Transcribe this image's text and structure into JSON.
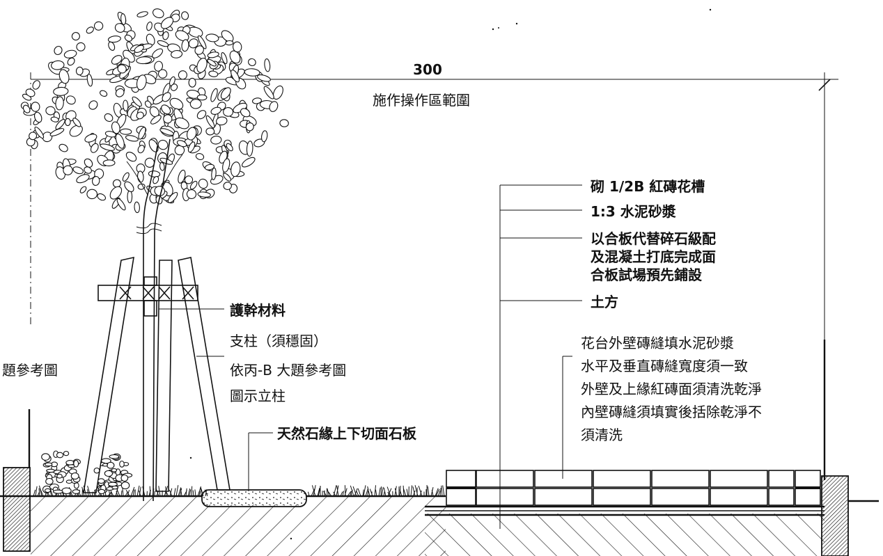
{
  "dimension": {
    "value": "300",
    "range_label": "施作操作區範圍"
  },
  "planter_callouts": {
    "brick": "砌 1/2B 紅磚花槽",
    "mortar": "1:3 水泥砂漿",
    "base": [
      "以合板代替碎石級配",
      "及混凝土打底完成面",
      "合板試場預先鋪設"
    ],
    "soil": "土方"
  },
  "tree_callouts": {
    "trunk_protect": "護幹材料",
    "support": "支柱（須穩固）",
    "ref": "依丙-B 大題參考圖",
    "post": "圖示立柱",
    "left_ref": "題參考圖"
  },
  "stone_callout": "天然石緣上下切面石板",
  "wall_notes": [
    "花台外壁磚縫填水泥砂漿",
    "水平及垂直磚縫寬度須一致",
    "外壁及上緣紅磚面須清洗乾淨",
    "內壁磚縫須填實後括除乾淨不",
    "須清洗"
  ]
}
